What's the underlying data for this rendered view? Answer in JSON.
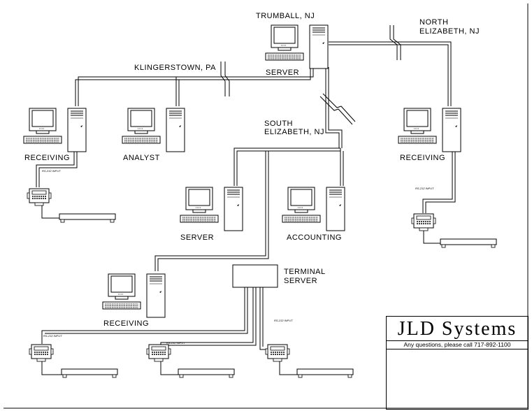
{
  "sites": {
    "trumball": "TRUMBALL, NJ",
    "north_elizabeth_line1": "NORTH",
    "north_elizabeth_line2": "ELIZABETH, NJ",
    "klingerstown": "KLINGERSTOWN, PA",
    "south_elizabeth_line1": "SOUTH",
    "south_elizabeth_line2": "ELIZABETH, NJ"
  },
  "stations": {
    "trumball_server": "SERVER",
    "klingerstown_receiving": "RECEIVING",
    "klingerstown_analyst": "ANALYST",
    "north_receiving": "RECEIVING",
    "south_server": "SERVER",
    "south_accounting": "ACCOUNTING",
    "south_receiving": "RECEIVING",
    "terminal_server_line1": "TERMINAL",
    "terminal_server_line2": "SERVER"
  },
  "cable_label": "RS-232 INPUT",
  "brand": {
    "name": "JLD Systems",
    "tagline": "Any questions, please call 717-892-1100"
  }
}
